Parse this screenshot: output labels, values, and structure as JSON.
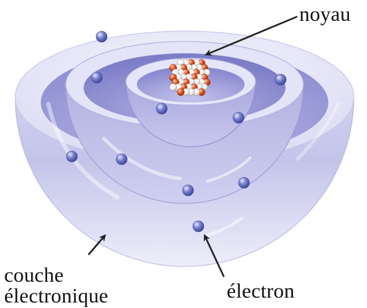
{
  "labels": {
    "nucleus": "noyau",
    "shell_line1": "couche",
    "shell_line2": "électronique",
    "electron": "électron"
  },
  "colors": {
    "shell_light": "#eeeefa",
    "shell_mid": "#c2c2e8",
    "shell_dark": "#8a8ad0",
    "electron": "#6c74c8",
    "proton": "#e0501e",
    "neutron": "#f4f0ee",
    "arrow": "#222222"
  }
}
